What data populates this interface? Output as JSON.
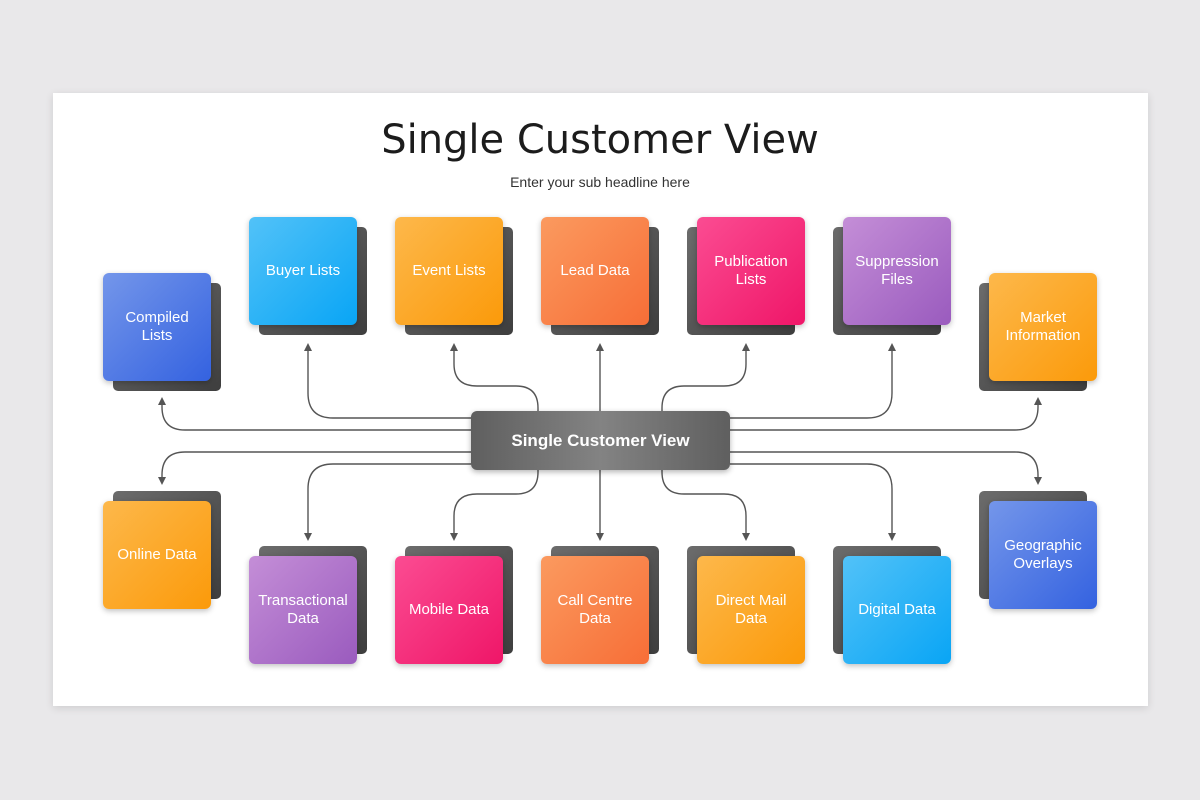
{
  "title": "Single Customer View",
  "subtitle": "Enter your sub headline here",
  "hub": {
    "label": "Single Customer View"
  },
  "colors": {
    "blue": "#4a74e4",
    "cyan": "#1ab0f7",
    "orange": "#fca92a",
    "coral": "#f8844a",
    "pink": "#f42d7c",
    "purple": "#aa70c8",
    "hub": "#6e6e6e",
    "connector": "#555555"
  },
  "top_items": [
    {
      "label": "Compiled Lists",
      "color": "blue"
    },
    {
      "label": "Buyer Lists",
      "color": "cyan"
    },
    {
      "label": "Event Lists",
      "color": "orange"
    },
    {
      "label": "Lead Data",
      "color": "coral"
    },
    {
      "label": "Publication Lists",
      "color": "pink"
    },
    {
      "label": "Suppression Files",
      "color": "purple"
    },
    {
      "label": "Market Information",
      "color": "orange"
    }
  ],
  "bottom_items": [
    {
      "label": "Online Data",
      "color": "orange"
    },
    {
      "label": "Transactional Data",
      "color": "purple"
    },
    {
      "label": "Mobile Data",
      "color": "pink"
    },
    {
      "label": "Call Centre Data",
      "color": "coral"
    },
    {
      "label": "Direct Mail Data",
      "color": "orange"
    },
    {
      "label": "Digital Data",
      "color": "cyan"
    },
    {
      "label": "Geographic Overlays",
      "color": "blue"
    }
  ]
}
